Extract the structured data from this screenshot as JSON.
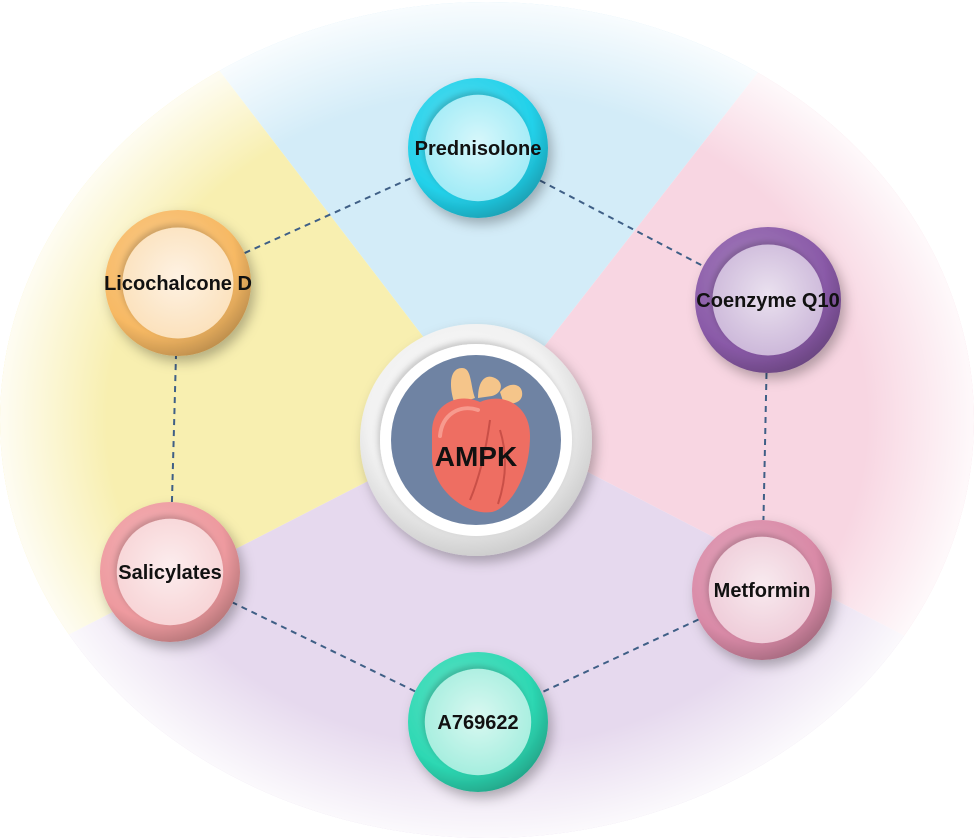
{
  "center": {
    "label": "AMPK",
    "icon": "heart-icon"
  },
  "nodes": [
    {
      "id": "prednisolone",
      "label": "Prednisolone",
      "color": "#22d1ea"
    },
    {
      "id": "coenzyme-q10",
      "label": "Coenzyme Q10",
      "color": "#8a5aa8"
    },
    {
      "id": "metformin",
      "label": "Metformin",
      "color": "#d98aa7"
    },
    {
      "id": "a769622",
      "label": "A769622",
      "color": "#2dd8b3"
    },
    {
      "id": "salicylates",
      "label": "Salicylates",
      "color": "#ee9a9f"
    },
    {
      "id": "licochalcone-d",
      "label": "Licochalcone D",
      "color": "#f7b964"
    }
  ],
  "sectors": {
    "top": "#d3ecf8",
    "right": "#f8d6e2",
    "bottom": "#e6d9ee",
    "left": "#f8efb0"
  },
  "connector_color": "#3f5f86"
}
